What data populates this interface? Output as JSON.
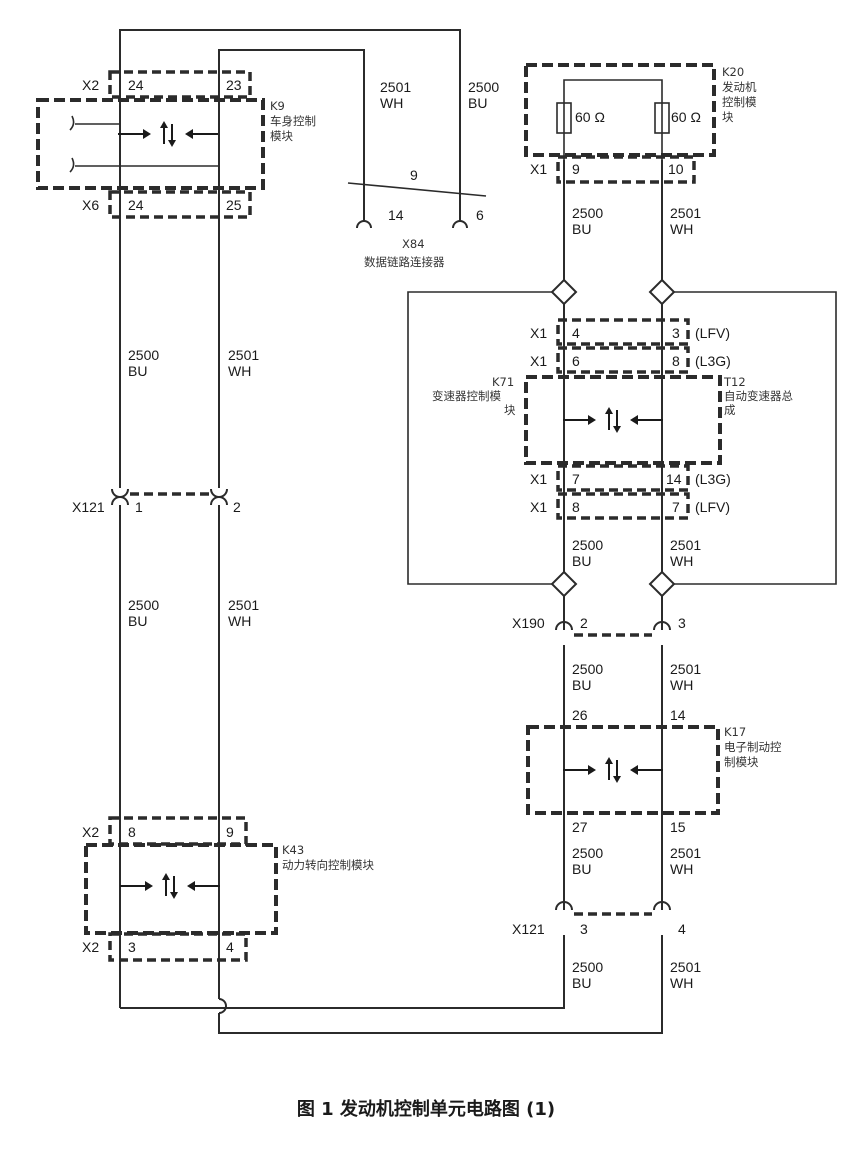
{
  "caption": "图 1 发动机控制单元电路图 (1)",
  "circuits": {
    "bu_number": "2500",
    "bu_color": "BU",
    "wh_number": "2501",
    "wh_color": "WH"
  },
  "connectors": {
    "x2": "X2",
    "x6": "X6",
    "x1": "X1",
    "x121": "X121",
    "x190": "X190"
  },
  "modules": {
    "k9": {
      "id": "K9",
      "name_line1": "车身控制",
      "name_line2": "模块"
    },
    "k20": {
      "id": "K20",
      "name_line1": "发动机",
      "name_line2": "控制模",
      "name_line3": "块"
    },
    "x84": {
      "id": "X84",
      "name": "数据链路连接器"
    },
    "k71": {
      "id": "K71",
      "name_line1": "变速器控制模",
      "name_line2": "块"
    },
    "t12": {
      "id": "T12",
      "name_line1": "自动变速器总",
      "name_line2": "成"
    },
    "k17": {
      "id": "K17",
      "name_line1": "电子制动控",
      "name_line2": "制模块"
    },
    "k43": {
      "id": "K43",
      "name": "动力转向控制模块"
    }
  },
  "resistor_value": "60 Ω",
  "variants": {
    "lfv": "(LFV)",
    "l3g": "(L3G)"
  },
  "pins": {
    "k9_x2_bu": "24",
    "k9_x2_wh": "23",
    "k9_x6_bu": "24",
    "k9_x6_wh": "25",
    "x84_bu": "6",
    "x84_wh": "14",
    "x84_gnd": "9",
    "k20_bu": "9",
    "k20_wh": "10",
    "t12_top_lfv_bu": "4",
    "t12_top_lfv_wh": "3",
    "t12_top_l3g_bu": "6",
    "t12_top_l3g_wh": "8",
    "t12_bot_l3g_bu": "7",
    "t12_bot_l3g_wh": "14",
    "t12_bot_lfv_bu": "8",
    "t12_bot_lfv_wh": "7",
    "x121_left_bu": "1",
    "x121_left_wh": "2",
    "x190_bu": "2",
    "x190_wh": "3",
    "k17_top_bu": "26",
    "k17_top_wh": "14",
    "k17_bot_bu": "27",
    "k17_bot_wh": "15",
    "k43_x2_top_bu": "8",
    "k43_x2_top_wh": "9",
    "k43_x2_bot_bu": "3",
    "k43_x2_bot_wh": "4",
    "x121_right_bu": "3",
    "x121_right_wh": "4"
  }
}
